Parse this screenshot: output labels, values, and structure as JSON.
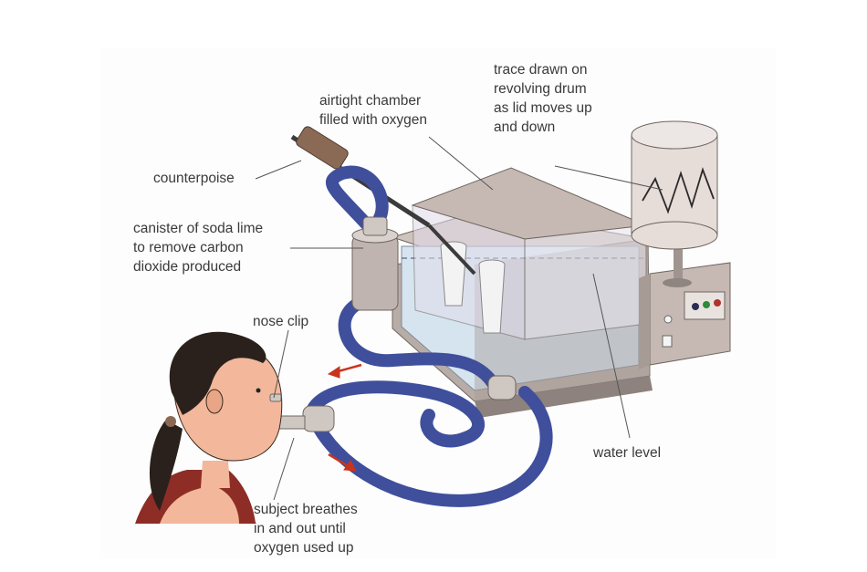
{
  "labels": {
    "airtight_chamber": "airtight chamber\nfilled with oxygen",
    "trace": "trace drawn on\nrevolving drum\nas lid moves up\nand down",
    "counterpoise": "counterpoise",
    "canister": "canister of soda lime\nto remove carbon\ndioxide produced",
    "nose_clip": "nose clip",
    "water_level": "water level",
    "subject": "subject breathes\nin and out until\noxygen used up"
  },
  "colors": {
    "tube": "#3f4f9c",
    "water": "#d6e4ef",
    "chamber_lid": "#c6b9b3",
    "tank_body": "#bdb0aa",
    "drum": "#e6dcd8",
    "arrow": "#c8351d",
    "skin": "#f3b79b",
    "hair": "#2a211c",
    "shirt": "#8e2d26"
  }
}
